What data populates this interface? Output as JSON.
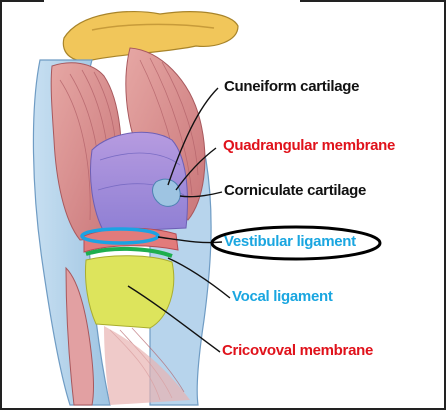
{
  "labels": {
    "cuneiform": "Cuneiform cartilage",
    "quadrangular": "Quadrangular membrane",
    "corniculate": "Corniculate cartilage",
    "vestibular": "Vestibular ligament",
    "vocal": "Vocal ligament",
    "cricovocal": "Cricovoval membrane"
  },
  "colors": {
    "black_label": "#111111",
    "red_label": "#e0121b",
    "cyan_label": "#1aa6e0",
    "highlight_ring": "#000000"
  }
}
